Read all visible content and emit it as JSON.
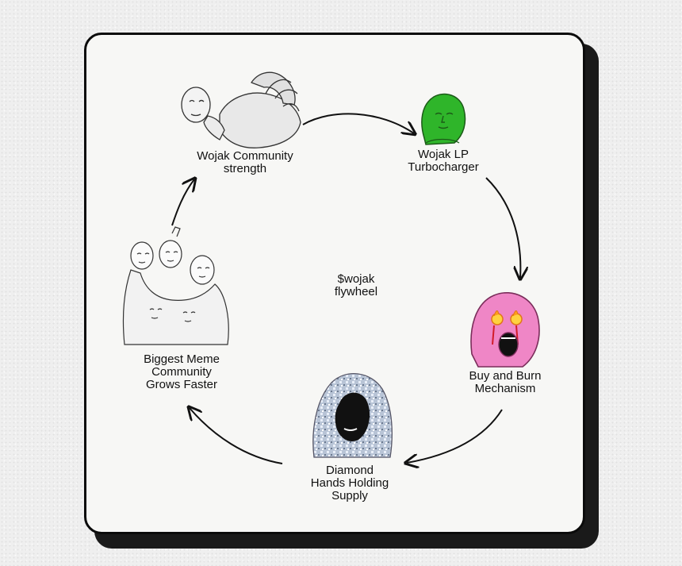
{
  "diagram": {
    "center": "$wojak\nflywheel",
    "nodes": [
      {
        "id": "community-strength",
        "label": "Wojak Community\nstrength",
        "icon": "wojak-hug-icon"
      },
      {
        "id": "lp-turbocharger",
        "label": "Wojak LP\nTurbocharger",
        "icon": "green-wojak-icon",
        "color": "#2fb52a"
      },
      {
        "id": "buy-burn",
        "label": "Buy and Burn\nMechanism",
        "icon": "pink-wojak-fire-eyes-icon",
        "color": "#ef86c6"
      },
      {
        "id": "diamond-hands",
        "label": "Diamond\nHands Holding\nSupply",
        "icon": "diamond-hoodie-wojak-icon",
        "color": "#b8c4d6"
      },
      {
        "id": "meme-community",
        "label": "Biggest Meme\nCommunity\nGrows Faster",
        "icon": "wojak-crowd-icon"
      }
    ]
  }
}
